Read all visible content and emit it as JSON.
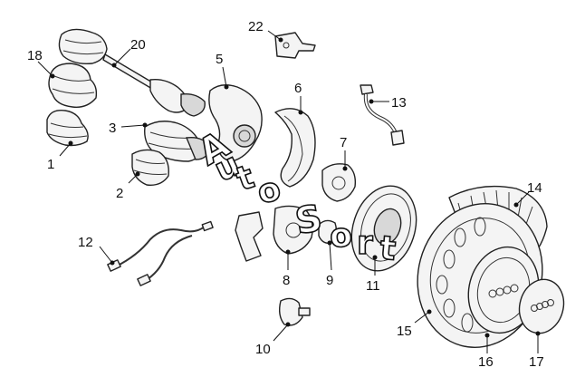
{
  "watermark": {
    "letters": [
      {
        "ch": "A"
      },
      {
        "ch": "u"
      },
      {
        "ch": "t"
      },
      {
        "ch": "o"
      },
      {
        "ch": "S"
      },
      {
        "ch": "o"
      },
      {
        "ch": "r"
      },
      {
        "ch": "t"
      }
    ]
  },
  "callouts": [
    {
      "label": "1"
    },
    {
      "label": "2"
    },
    {
      "label": "3"
    },
    {
      "label": "5"
    },
    {
      "label": "6"
    },
    {
      "label": "7"
    },
    {
      "label": "8"
    },
    {
      "label": "9"
    },
    {
      "label": "10"
    },
    {
      "label": "11"
    },
    {
      "label": "12"
    },
    {
      "label": "13"
    },
    {
      "label": "14"
    },
    {
      "label": "15"
    },
    {
      "label": "16"
    },
    {
      "label": "17"
    },
    {
      "label": "18"
    },
    {
      "label": "20"
    },
    {
      "label": "22"
    }
  ]
}
